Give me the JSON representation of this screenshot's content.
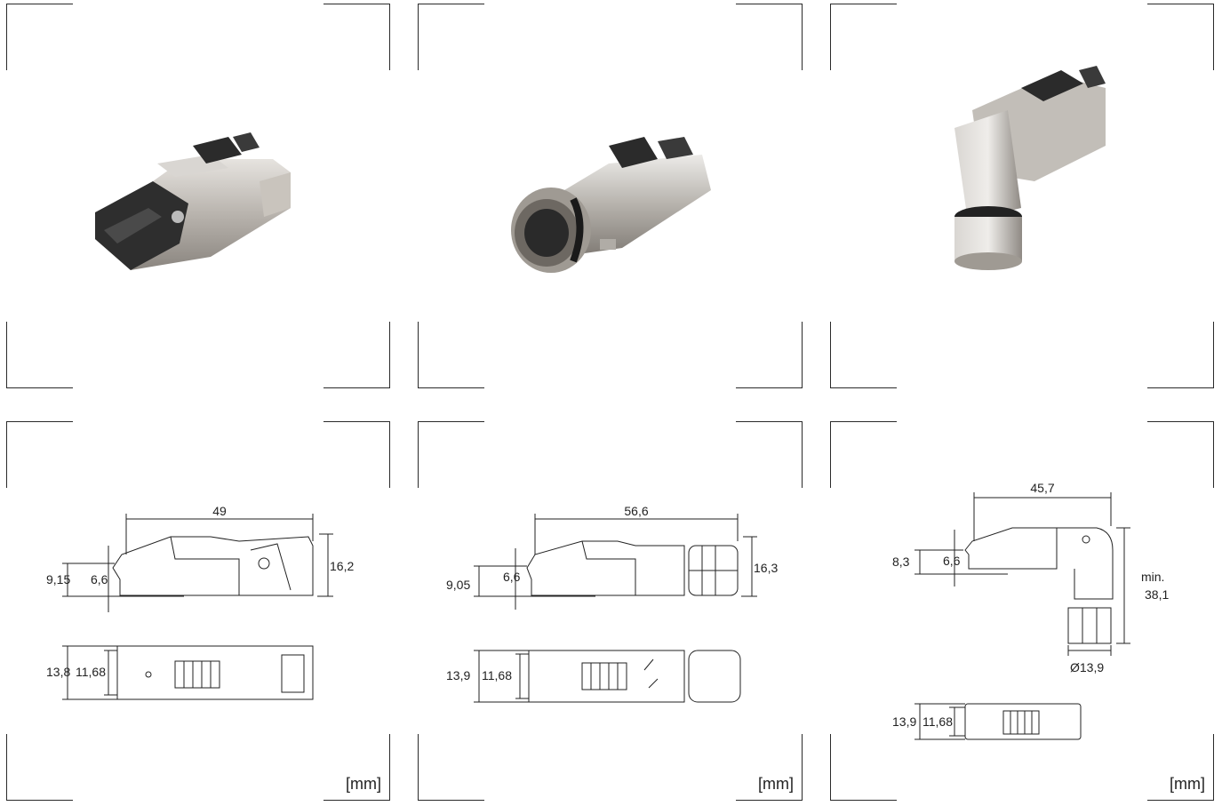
{
  "units": "[mm]",
  "straight": {
    "length": "49",
    "height_total": "16,2",
    "height_a": "9,15",
    "height_b": "6,6",
    "width_total": "13,8",
    "width_inner": "11,68"
  },
  "m12": {
    "length": "56,6",
    "height_total": "16,3",
    "height_a": "9,05",
    "height_b": "6,6",
    "width_total": "13,9",
    "width_inner": "11,68"
  },
  "angled": {
    "length": "45,7",
    "height_a": "8,3",
    "height_b": "6,6",
    "min_label": "min.",
    "min_value": "38,1",
    "diameter": "Ø13,9",
    "width_total": "13,9",
    "width_inner": "11,68"
  }
}
